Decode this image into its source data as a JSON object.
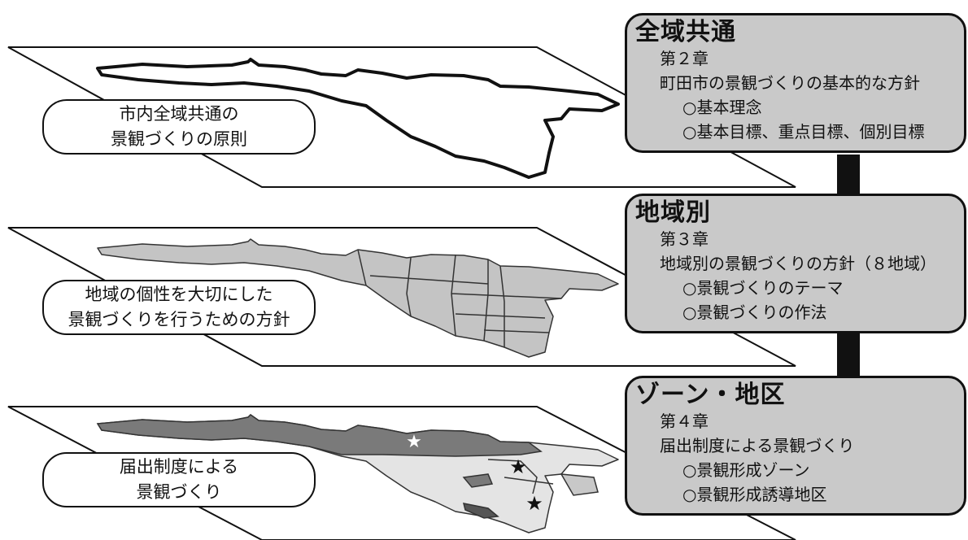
{
  "layers": [
    {
      "oval_lines": [
        "市内全域共通の",
        "景観づくりの原則"
      ],
      "title": "全域共通",
      "chapter": "第２章",
      "heading": "町田市の景観づくりの基本的な方針",
      "items": [
        "○基本理念",
        "○基本目標、重点目標、個別目標"
      ]
    },
    {
      "oval_lines": [
        "地域の個性を大切にした",
        "景観づくりを行うための方針"
      ],
      "title": "地域別",
      "chapter": "第３章",
      "heading": "地域別の景観づくりの方針（８地域）",
      "items": [
        "○景観づくりのテーマ",
        "○景観づくりの作法"
      ]
    },
    {
      "oval_lines": [
        "届出制度による",
        "景観づくり"
      ],
      "title": "ゾーン・地区",
      "chapter": "第４章",
      "heading": "届出制度による景観づくり",
      "items": [
        "○景観形成ゾーン",
        "○景観形成誘導地区"
      ]
    }
  ],
  "colors": {
    "box_fill": "#c9c9c9",
    "region_fill": "#c4c4c4",
    "zone_dark": "#7a7a7a",
    "zone_light": "#e4e4e4",
    "outline": "#111111"
  },
  "icons": [
    "star-icon"
  ]
}
